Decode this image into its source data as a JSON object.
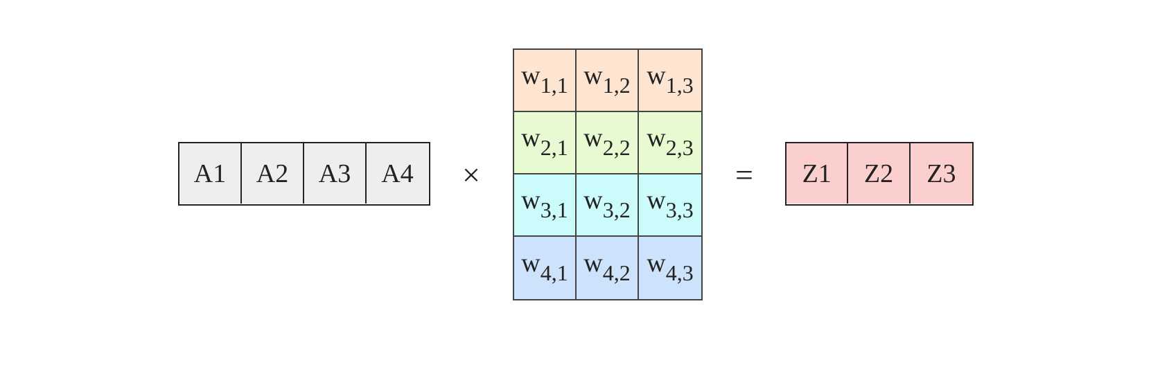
{
  "input_vector": {
    "cells": [
      "A1",
      "A2",
      "A3",
      "A4"
    ],
    "fill": "#eeeeee"
  },
  "times_symbol": "×",
  "weight_matrix": {
    "rows": [
      {
        "fill": "#fde5d1",
        "cells": [
          {
            "base": "w",
            "sub": "1,1"
          },
          {
            "base": "w",
            "sub": "1,2"
          },
          {
            "base": "w",
            "sub": "1,3"
          }
        ]
      },
      {
        "fill": "#e8fad1",
        "cells": [
          {
            "base": "w",
            "sub": "2,1"
          },
          {
            "base": "w",
            "sub": "2,2"
          },
          {
            "base": "w",
            "sub": "2,3"
          }
        ]
      },
      {
        "fill": "#cbfcfb",
        "cells": [
          {
            "base": "w",
            "sub": "3,1"
          },
          {
            "base": "w",
            "sub": "3,2"
          },
          {
            "base": "w",
            "sub": "3,3"
          }
        ]
      },
      {
        "fill": "#cce3fb",
        "cells": [
          {
            "base": "w",
            "sub": "4,1"
          },
          {
            "base": "w",
            "sub": "4,2"
          },
          {
            "base": "w",
            "sub": "4,3"
          }
        ]
      }
    ]
  },
  "equals_symbol": "=",
  "output_vector": {
    "cells": [
      "Z1",
      "Z2",
      "Z3"
    ],
    "fill": "#fccfcf"
  }
}
